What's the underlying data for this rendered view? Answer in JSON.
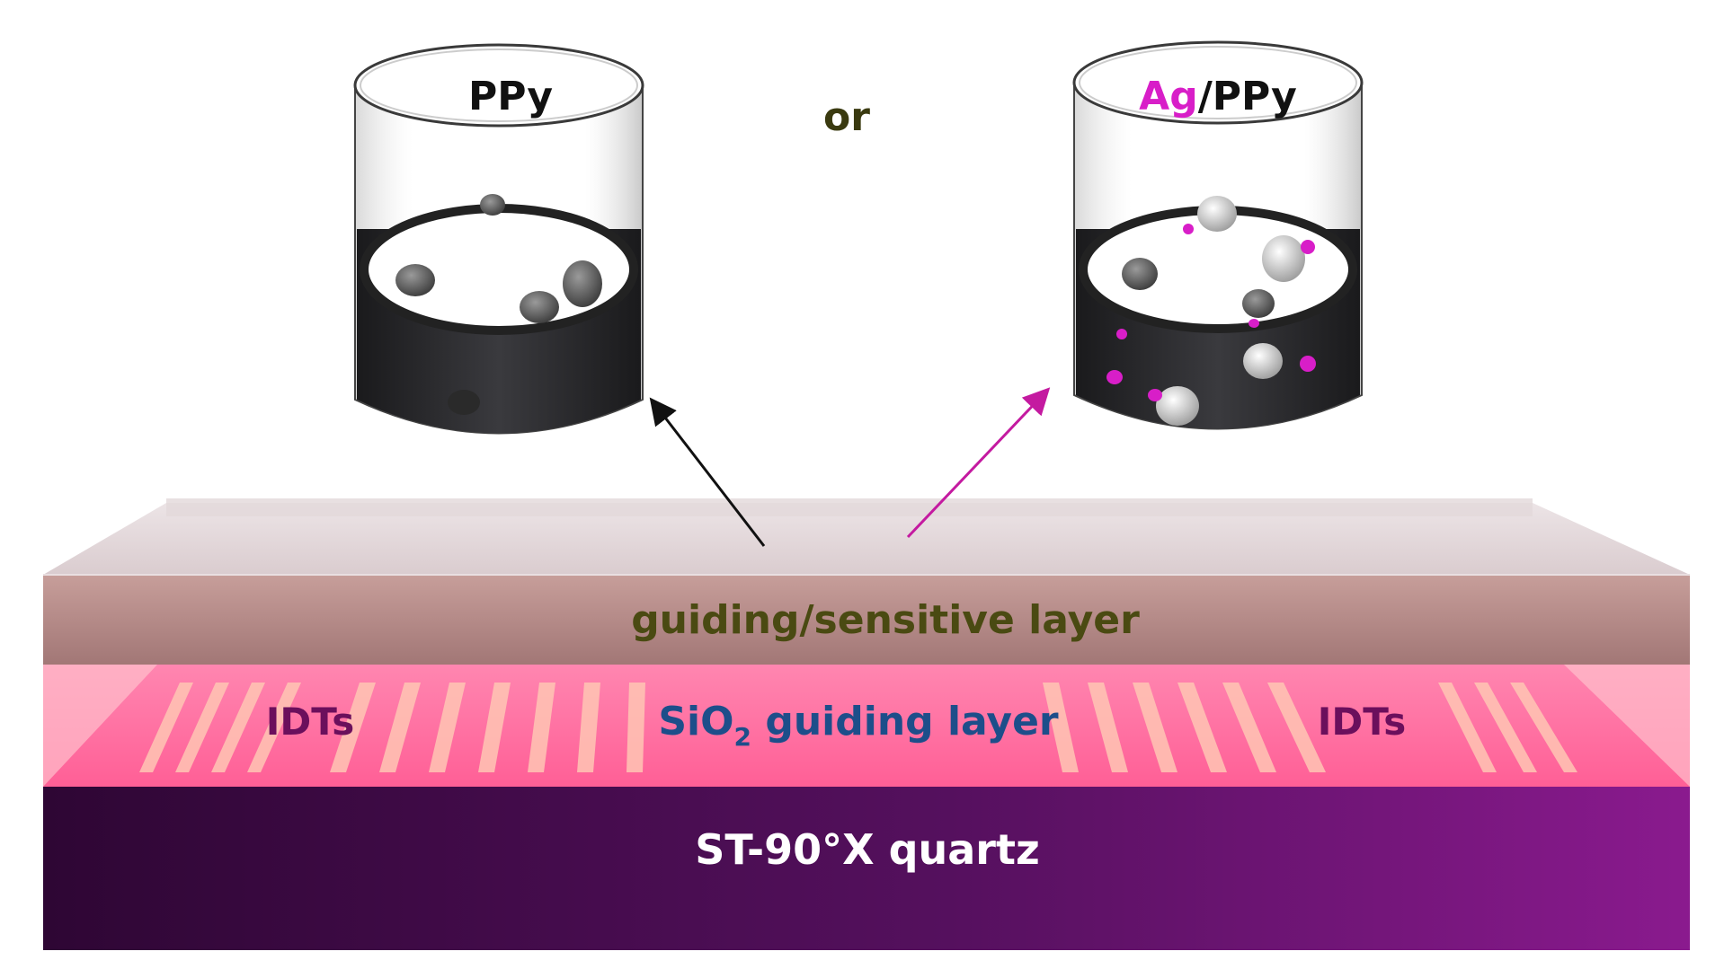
{
  "beakers": {
    "left": {
      "label": "PPy"
    },
    "right": {
      "label_ag": "Ag",
      "label_rest": "/PPy"
    }
  },
  "connector": {
    "text": "or"
  },
  "layers": {
    "sensitive": "guiding/sensitive layer",
    "idt_left": "IDTs",
    "idt_right": "IDTs",
    "sio2_prefix": "SiO",
    "sio2_subscript": "2",
    "sio2_suffix": " guiding layer",
    "substrate": "ST-90°X quartz"
  },
  "colors": {
    "substrate_dark": "#3a0a3e",
    "substrate_light": "#8a1a8c",
    "sio2_pink": "#ff6a9e",
    "sio2_light": "#ffb0c4",
    "sensitive_layer": "#b88a88",
    "ag_magenta": "#d81ec8",
    "idt_label": "#6b0f5c",
    "sio2_label": "#1d4e8a",
    "sensitive_label": "#4a4a12",
    "arrow_black": "#111111",
    "arrow_magenta": "#c41aa0"
  }
}
